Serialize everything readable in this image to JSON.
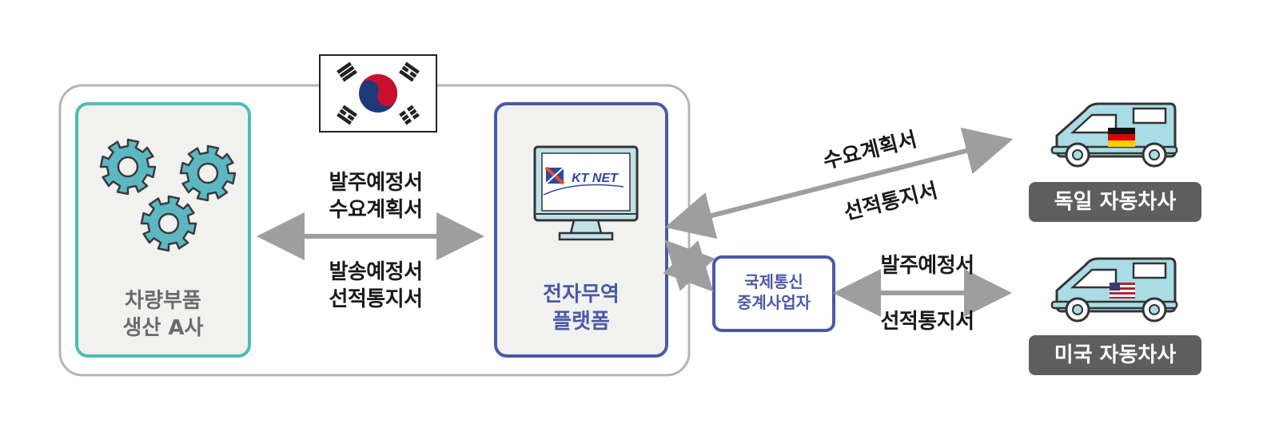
{
  "flag": {
    "name": "south-korea-flag"
  },
  "manufacturer": {
    "line1": "차량부품",
    "line2": "생산 A사",
    "icon": "gears-icon"
  },
  "platform": {
    "line1": "전자무역",
    "line2": "플랫폼",
    "logo_text": "KT NET",
    "icon": "monitor-icon"
  },
  "relay": {
    "line1": "국제통신",
    "line2": "중계사업자"
  },
  "left_exchange": {
    "top_line1": "발주예정서",
    "top_line2": "수요계획서",
    "bottom_line1": "발송예정서",
    "bottom_line2": "선적통지서"
  },
  "germany_exchange": {
    "top": "수요계획서",
    "bottom": "선적통지서"
  },
  "usa_exchange": {
    "top": "발주예정서",
    "bottom": "선적통지서"
  },
  "germany": {
    "label": "독일 자동차사",
    "flag": "germany-flag"
  },
  "usa": {
    "label": "미국 자동차사",
    "flag": "usa-flag"
  },
  "colors": {
    "teal": "#4dbdb8",
    "navy": "#4a5aa8",
    "gear": "#5bb8c2",
    "van": "#a9dce4",
    "arrow": "#9e9e9e",
    "korea_red": "#c8102e",
    "korea_blue": "#1e3a7b",
    "badge": "#5e5e5e"
  }
}
